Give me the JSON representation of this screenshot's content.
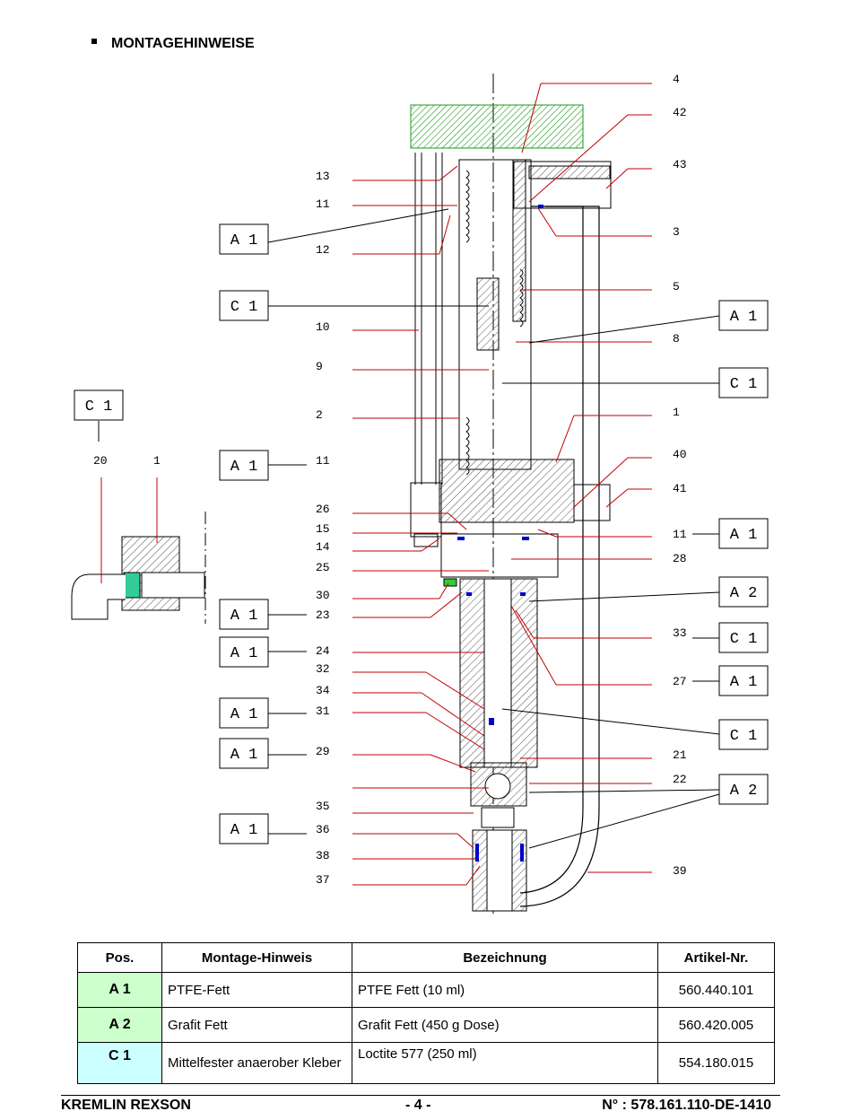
{
  "heading": "MONTAGEHINWEISE",
  "drawing": {
    "part_numbers": [
      "4",
      "42",
      "43",
      "3",
      "5",
      "8",
      "1",
      "40",
      "41",
      "11",
      "28",
      "33",
      "27",
      "21",
      "22",
      "39",
      "13",
      "11",
      "12",
      "10",
      "9",
      "2",
      "11",
      "26",
      "15",
      "14",
      "25",
      "30",
      "23",
      "24",
      "32",
      "34",
      "31",
      "29",
      "35",
      "36",
      "38",
      "37",
      "20",
      "1"
    ],
    "boxes": [
      "A 1",
      "C 1",
      "A 1",
      "C 1",
      "A 1",
      "A 1",
      "A 2",
      "C 1",
      "A 1",
      "C 1",
      "A 2",
      "A 1",
      "A 1",
      "A 1",
      "A 1",
      "A 1",
      "C 1"
    ]
  },
  "table": {
    "headers": [
      "Pos.",
      "Montage-Hinweis",
      "Bezeichnung",
      "Artikel-Nr."
    ],
    "rows": [
      {
        "pos": "A 1",
        "hint": "PTFE-Fett",
        "name": "PTFE Fett (10 ml)",
        "art": "560.440.101"
      },
      {
        "pos": "A 2",
        "hint": "Grafit Fett",
        "name": "Grafit Fett (450 g Dose)",
        "art": "560.420.005"
      },
      {
        "pos": "C 1",
        "hint": "Mittelfester anaerober Kleber",
        "name": "Loctite 577 (250 ml)",
        "art": "554.180.015"
      }
    ]
  },
  "footer": {
    "left": "KREMLIN REXSON",
    "center": "- 4 -",
    "right": "N° :  578.161.110-DE-1410"
  },
  "colors": {
    "pos_a": "#ccffcc",
    "pos_c": "#ccffff",
    "leader": "#c00000",
    "green_part": "#33cc33",
    "blue_seal": "#0000cc"
  }
}
